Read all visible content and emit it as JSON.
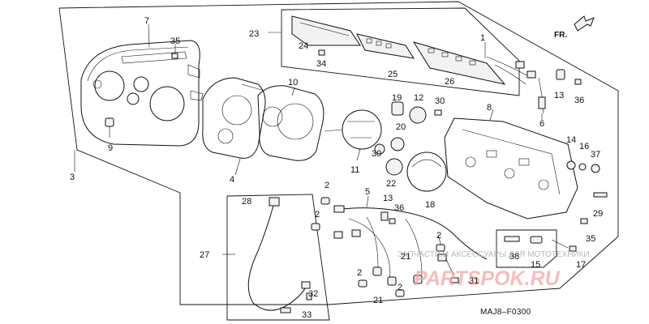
{
  "callouts": {
    "n1": "1",
    "n2a": "2",
    "n2b": "2",
    "n2c": "2",
    "n2d": "2",
    "n2e": "2",
    "n3": "3",
    "n4": "4",
    "n5": "5",
    "n6": "6",
    "n7": "7",
    "n8": "8",
    "n9": "9",
    "n10": "10",
    "n11": "11",
    "n12": "12",
    "n13a": "13",
    "n13b": "13",
    "n14": "14",
    "n15": "15",
    "n16": "16",
    "n17": "17",
    "n18": "18",
    "n19": "19",
    "n20": "20",
    "n21a": "21",
    "n21b": "21",
    "n22": "22",
    "n23": "23",
    "n24": "24",
    "n25": "25",
    "n26": "26",
    "n27": "27",
    "n28": "28",
    "n29": "29",
    "n30a": "30",
    "n30b": "30",
    "n31": "31",
    "n32": "32",
    "n33": "33",
    "n34": "34",
    "n35a": "35",
    "n35b": "35",
    "n36a": "36",
    "n36b": "36",
    "n37": "37",
    "n38": "38"
  },
  "front_marker": "FR.",
  "diagram_code": "MAJ8–F0300",
  "watermark": {
    "line": "ЗАПЧАСТИ И АКСЕССУАРЫ ДЛЯ МОТОТЕХНИКИ",
    "logo": "PARTSPOK.RU"
  },
  "colors": {
    "line": "#111111",
    "watermark_logo": "#f5a6a6",
    "watermark_text": "#b9b9b9"
  }
}
